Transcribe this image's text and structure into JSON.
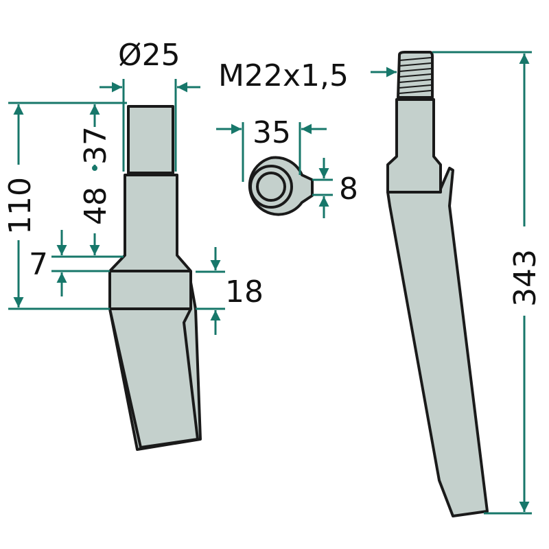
{
  "colors": {
    "dimension_line": "#17776a",
    "part_fill": "#c4d0cc",
    "outline": "#1a1a1a"
  },
  "dimensions": {
    "diameter": "Ø25",
    "thread": "M22x1,5",
    "eye_width": "35",
    "eye_hole": "8",
    "len_110": "110",
    "len_48": "48",
    "len_37": "37",
    "len_7": "7",
    "len_18": "18",
    "len_343": "343"
  }
}
